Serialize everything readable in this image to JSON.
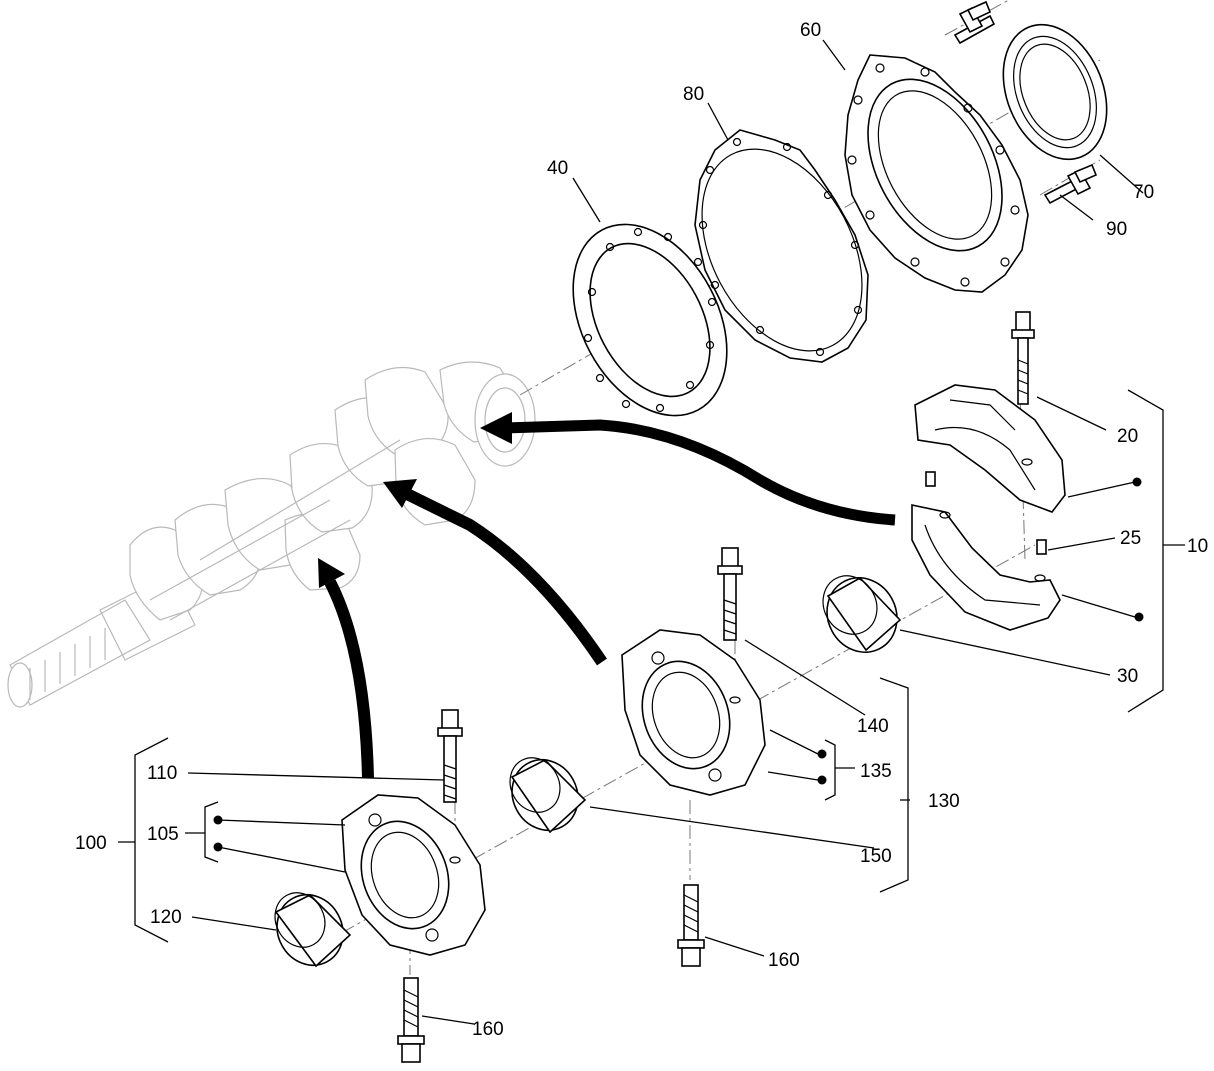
{
  "labels": {
    "l10": "10",
    "l20": "20",
    "l25": "25",
    "l30": "30",
    "l40": "40",
    "l60": "60",
    "l70": "70",
    "l80": "80",
    "l90": "90",
    "l100": "100",
    "l105": "105",
    "l110": "110",
    "l120": "120",
    "l130": "130",
    "l135": "135",
    "l140": "140",
    "l150": "150",
    "l160a": "160",
    "l160b": "160"
  }
}
